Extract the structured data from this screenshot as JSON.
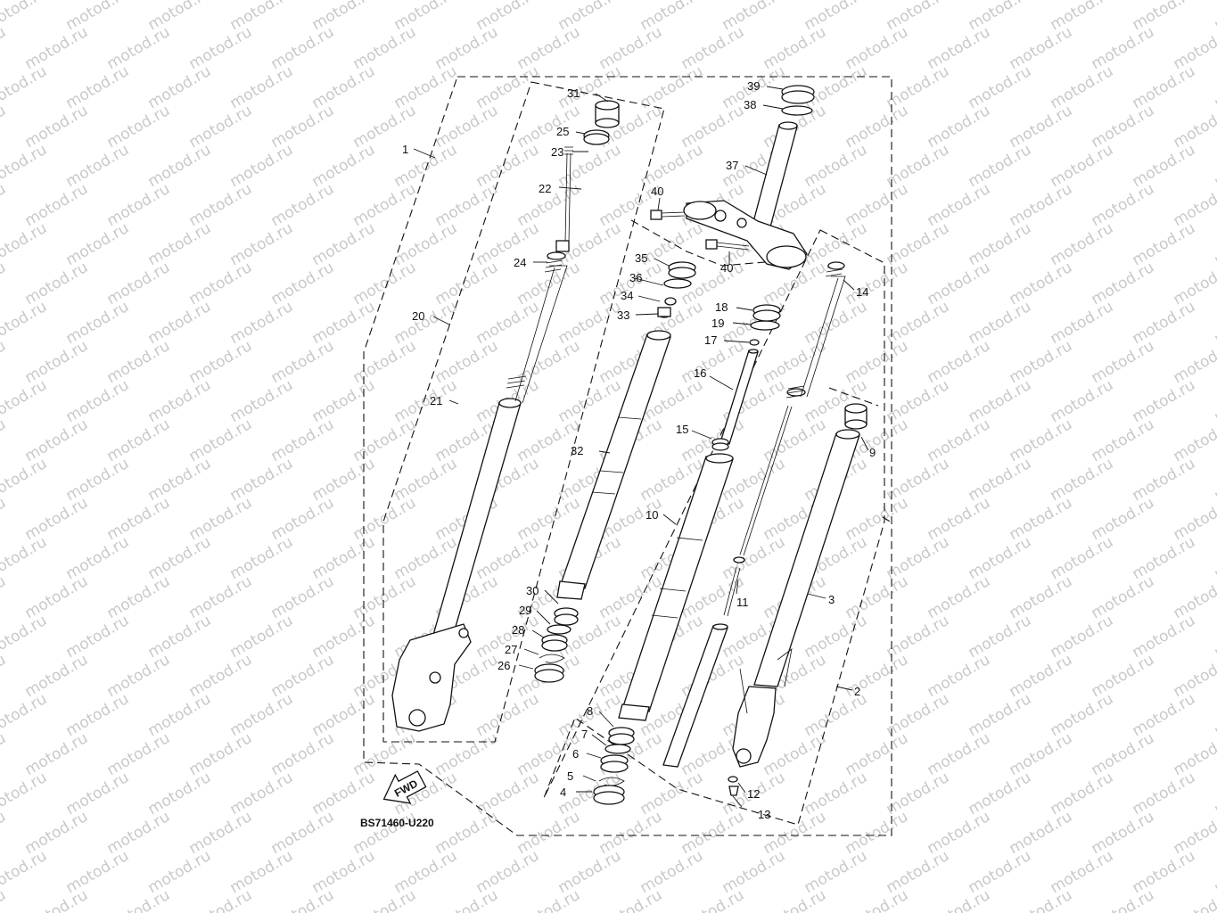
{
  "watermark": "motod.ru",
  "diagram_code": "BS71460-U220",
  "fwd_label": "FWD",
  "labels": {
    "l1": "1",
    "l2": "2",
    "l3": "3",
    "l4": "4",
    "l5": "5",
    "l6": "6",
    "l7": "7",
    "l8": "8",
    "l9": "9",
    "l10": "10",
    "l11": "11",
    "l12": "12",
    "l13": "13",
    "l14": "14",
    "l15": "15",
    "l16": "16",
    "l17": "17",
    "l18": "18",
    "l19": "19",
    "l20": "20",
    "l21": "21",
    "l22": "22",
    "l23": "23",
    "l24": "24",
    "l25": "25",
    "l26": "26",
    "l27": "27",
    "l28": "28",
    "l29": "29",
    "l30": "30",
    "l31": "31",
    "l32": "32",
    "l33": "33",
    "l34": "34",
    "l35": "35",
    "l36": "36",
    "l37": "37",
    "l38": "38",
    "l39": "39",
    "l40a": "40",
    "l40b": "40"
  }
}
